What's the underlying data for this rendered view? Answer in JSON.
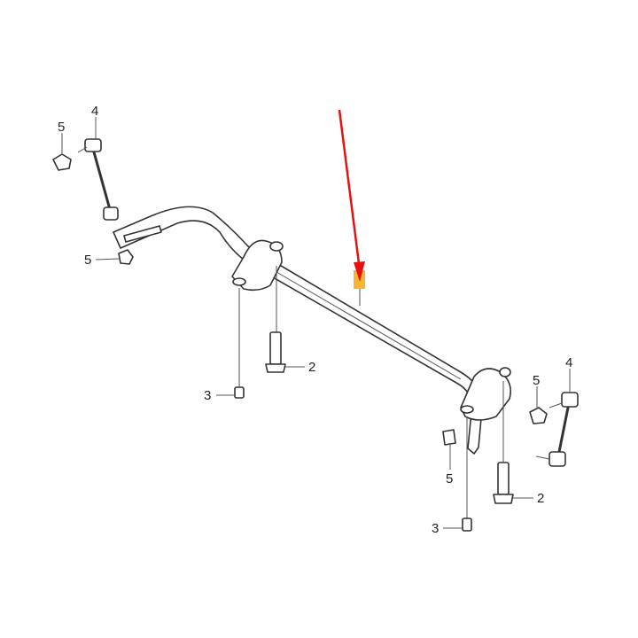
{
  "callouts": {
    "link_left": "4",
    "nut_left_top": "5",
    "nut_left_bottom": "5",
    "bolt_left_2": "2",
    "bolt_left_3": "3",
    "link_right": "4",
    "nut_right_top": "5",
    "nut_right_bottom": "5",
    "bolt_right_2": "2",
    "bolt_right_3": "3"
  },
  "colors": {
    "arrow": "#e81010",
    "highlight": "#f7b531"
  }
}
